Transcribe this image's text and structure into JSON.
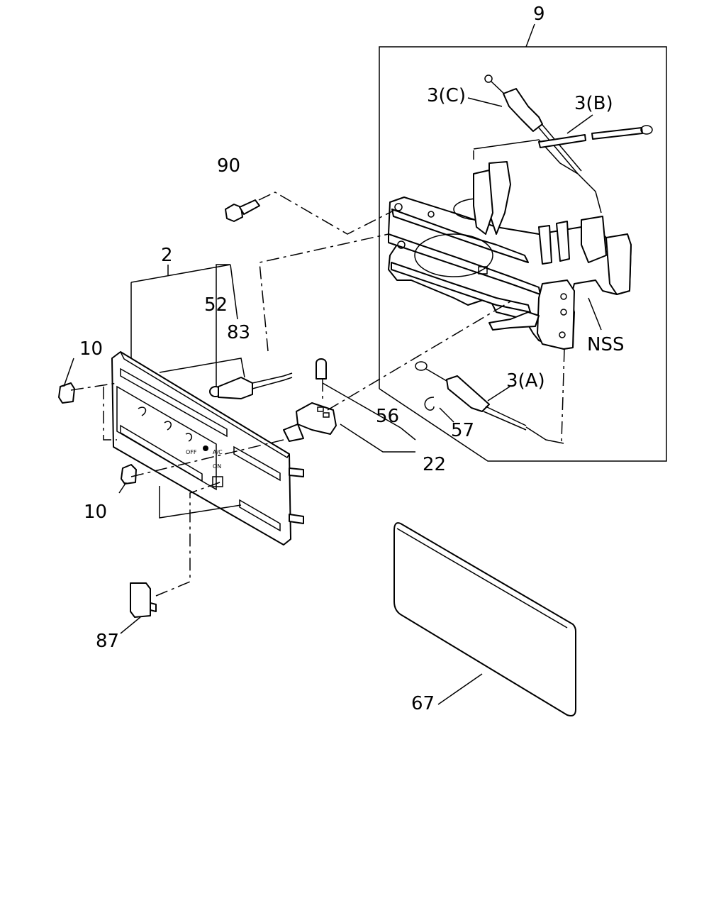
{
  "labels": {
    "assembly": "9",
    "cable_c": "3(C)",
    "cable_b": "3(B)",
    "bolt": "90",
    "panel": "2",
    "bulb_52": "52",
    "socket_83": "83",
    "clip_10_top": "10",
    "clip_10_bottom": "10",
    "nss": "NSS",
    "cable_a": "3(A)",
    "bulb_56": "56",
    "clip_57": "57",
    "switch_22": "22",
    "knob_87": "87",
    "panel_67": "67"
  },
  "panel_markings": {
    "ac_text": "A/C",
    "on_text": "ON",
    "off_text": "OFF"
  }
}
